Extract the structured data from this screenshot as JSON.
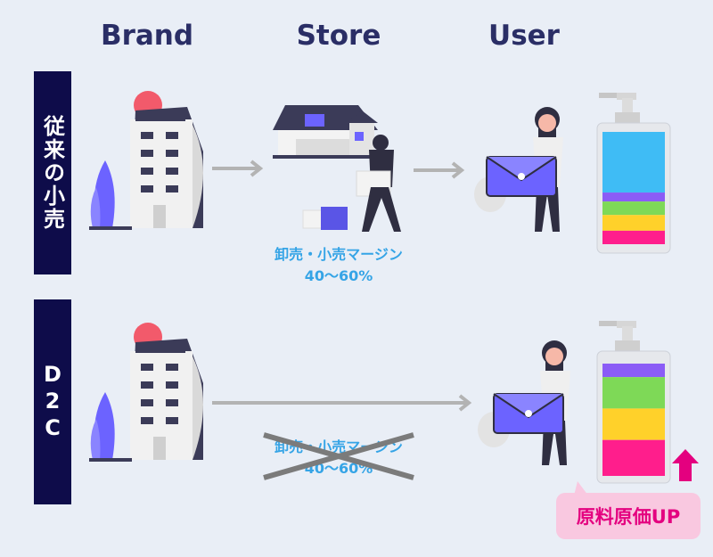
{
  "headers": {
    "brand": "Brand",
    "store": "Store",
    "user": "User"
  },
  "rows": {
    "traditional": {
      "label": "従来の小売"
    },
    "d2c": {
      "label": "D2C"
    }
  },
  "margin": {
    "line1": "卸売・小売マージン",
    "line2": "40〜60%"
  },
  "cost_up": {
    "label": "原料原価UP"
  },
  "colors": {
    "navy": "#0e0c4a",
    "header_text": "#2a2e66",
    "margin_text": "#35a4e6",
    "pink": "#e4007f",
    "pink_bg": "#f9c8e0",
    "purple": "#6c63ff",
    "arrow_gray": "#b3b3b3"
  },
  "bottle_traditional_layers": [
    {
      "color": "#3fbcf5",
      "fraction": 0.54
    },
    {
      "color": "#8b5cf6",
      "fraction": 0.08
    },
    {
      "color": "#7ed957",
      "fraction": 0.12
    },
    {
      "color": "#ffd12a",
      "fraction": 0.14
    },
    {
      "color": "#ff1e8c",
      "fraction": 0.12
    }
  ],
  "bottle_d2c_layers": [
    {
      "color": "#8b5cf6",
      "fraction": 0.12
    },
    {
      "color": "#7ed957",
      "fraction": 0.28
    },
    {
      "color": "#ffd12a",
      "fraction": 0.28
    },
    {
      "color": "#ff1e8c",
      "fraction": 0.32
    }
  ]
}
